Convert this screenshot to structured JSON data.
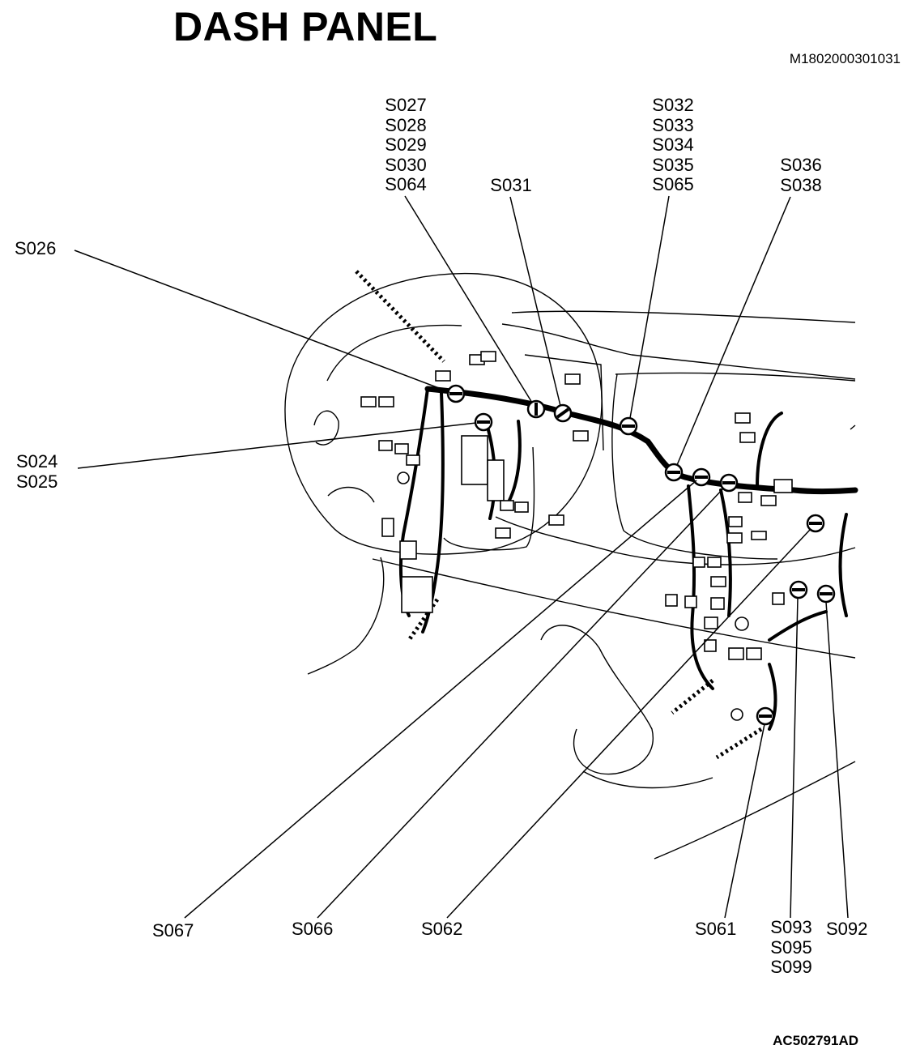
{
  "header": {
    "title": "DASH PANEL",
    "doc_id": "M1802000301031",
    "figure_id": "AC502791AD"
  },
  "labels": {
    "s027_group": "S027\nS028\nS029\nS030\nS064",
    "s031": "S031",
    "s032_group": "S032\nS033\nS034\nS035\nS065",
    "s036_group": "S036\nS038",
    "s026": "S026",
    "s024_group": "S024\nS025",
    "s067": "S067",
    "s066": "S066",
    "s062": "S062",
    "s061": "S061",
    "s093_group": "S093\nS095\nS099",
    "s092": "S092"
  }
}
